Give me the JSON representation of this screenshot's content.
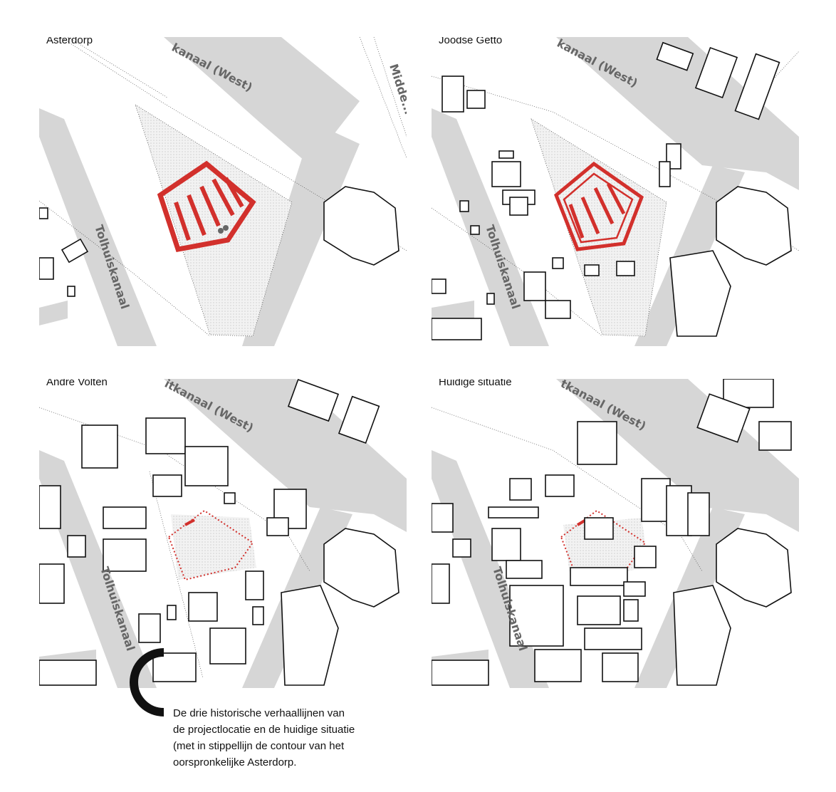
{
  "panels": [
    {
      "id": "asterdorp",
      "title": "Asterdorp",
      "labels": {
        "canal_west": "kanaal (West)",
        "tolhuis": "Tolhuiskanaal",
        "midden": "Midde..."
      }
    },
    {
      "id": "joodse-getto",
      "title": "Joodse Getto",
      "labels": {
        "canal_west": "kanaal (West)",
        "tolhuis": "Tolhuiskanaal"
      }
    },
    {
      "id": "andre-volten",
      "title": "André Volten",
      "labels": {
        "canal_west": "itkanaal (West)",
        "tolhuis": "Tolhuiskanaal"
      }
    },
    {
      "id": "huidige-situatie",
      "title": "Huidige situatie",
      "labels": {
        "canal_west": "tkanaal (West)",
        "tolhuis": "Tolhuiskanaal"
      }
    }
  ],
  "caption": {
    "line1": "De drie historische verhaallijnen van",
    "line2": "de projectlocatie en de huidige situatie",
    "line3": "(met in stippellijn de contour van het",
    "line4": "oorspronkelijke Asterdorp."
  },
  "colors": {
    "road": "#d6d6d6",
    "highlight": "#d2302c",
    "building_stroke": "#111111",
    "field": "#ececec"
  }
}
